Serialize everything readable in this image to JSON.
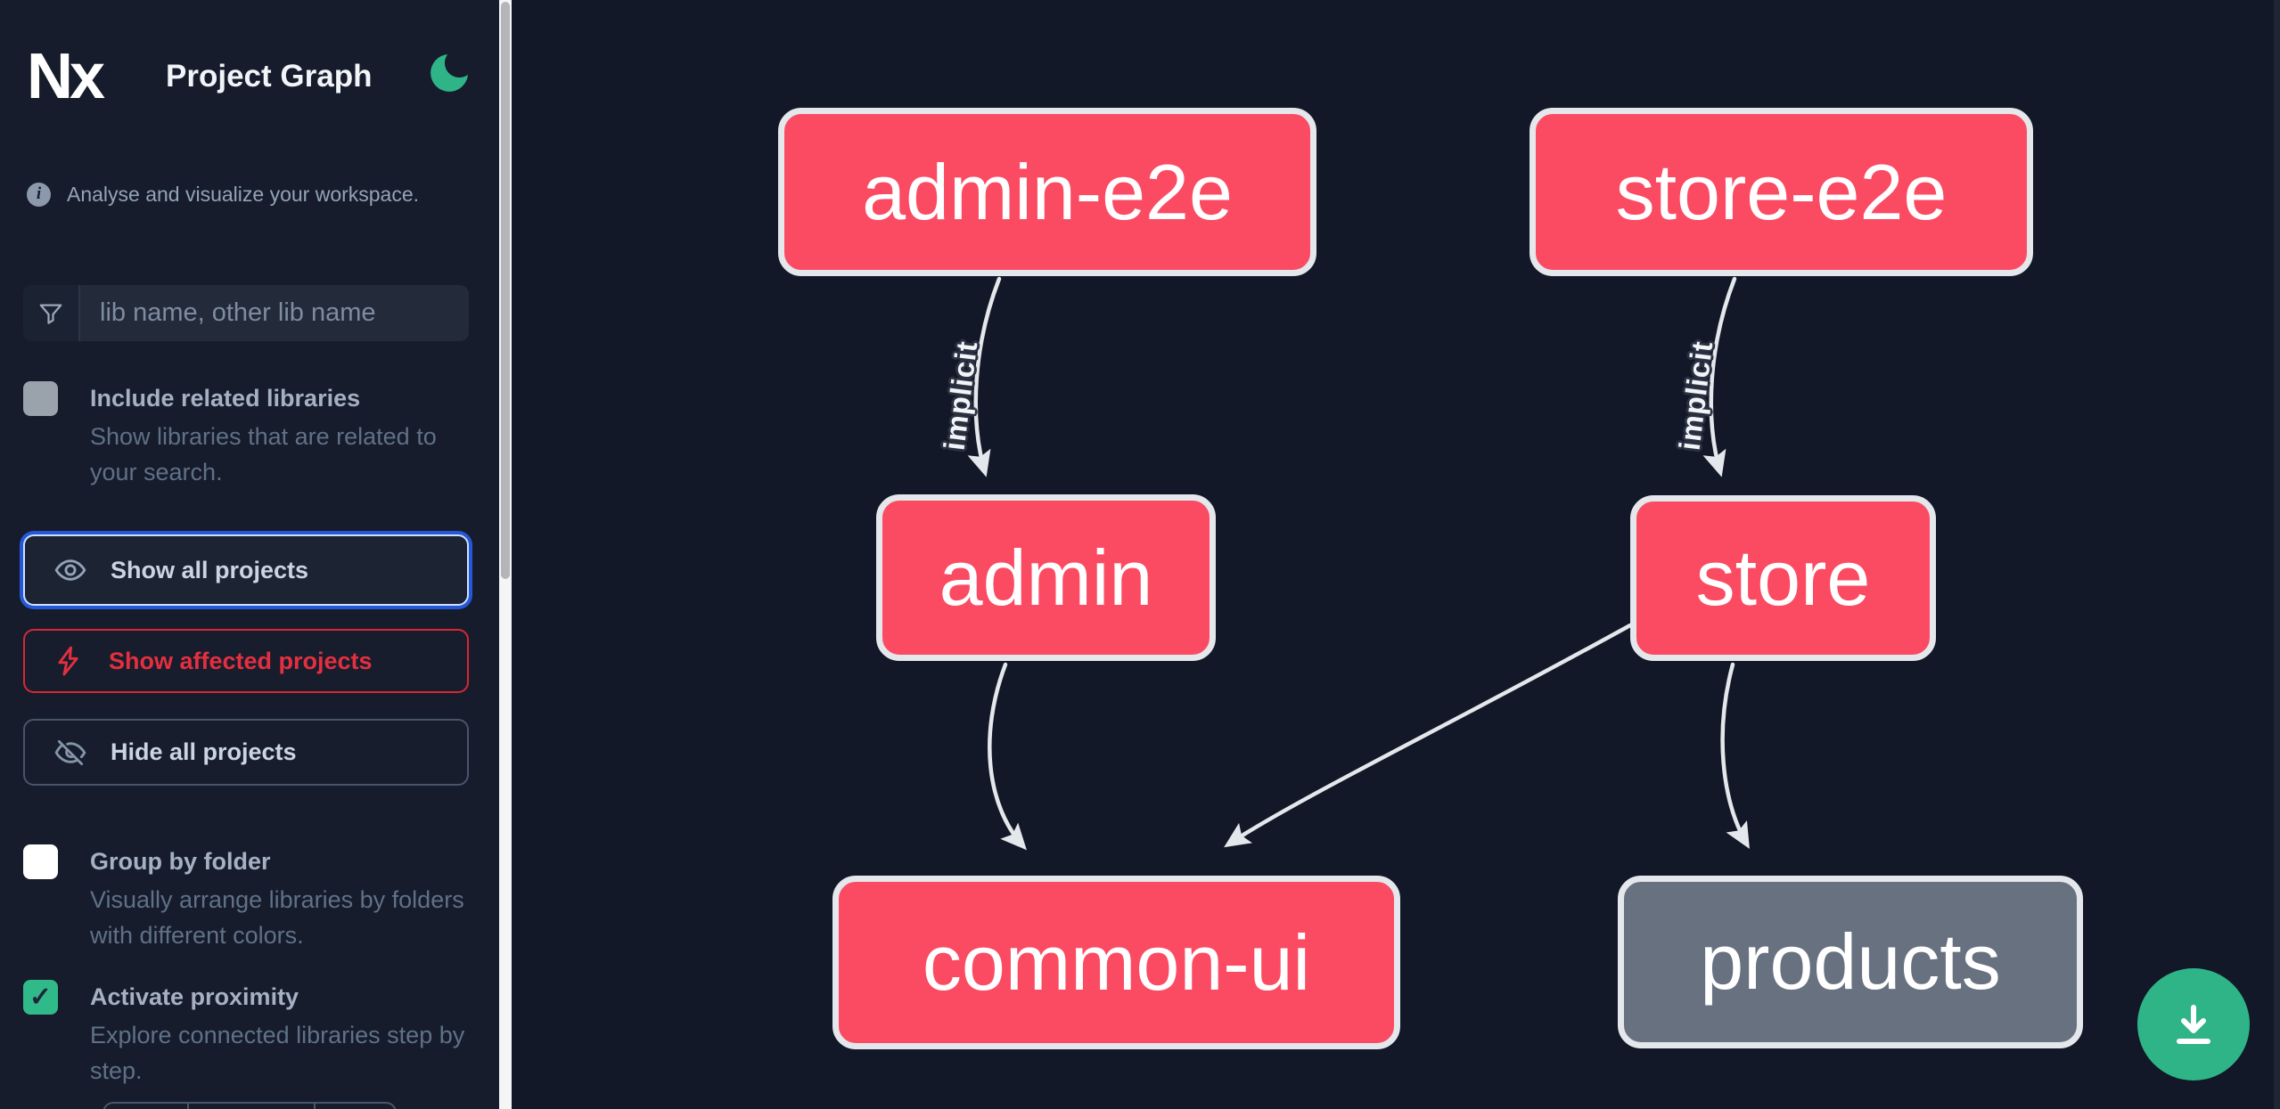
{
  "header": {
    "logo_text": "Nx",
    "title": "Project Graph",
    "theme_icon": "moon"
  },
  "sidebar": {
    "info_text": "Analyse and visualize your workspace.",
    "search": {
      "placeholder": "lib name, other lib name",
      "value": ""
    },
    "options": {
      "include_related": {
        "label": "Include related libraries",
        "description": "Show libraries that are related to your search.",
        "checked": false
      },
      "group_by_folder": {
        "label": "Group by folder",
        "description": "Visually arrange libraries by folders with different colors.",
        "checked": false
      },
      "activate_proximity": {
        "label": "Activate proximity",
        "description": "Explore connected libraries step by step.",
        "checked": true,
        "checkmark": "✓"
      }
    },
    "actions": {
      "show_all": {
        "label": "Show all projects",
        "selected": true
      },
      "show_affected": {
        "label": "Show affected projects",
        "selected": false
      },
      "hide_all": {
        "label": "Hide all projects",
        "selected": false
      }
    }
  },
  "graph": {
    "nodes": [
      {
        "id": "admin-e2e",
        "label": "admin-e2e",
        "color": "#fb4b63"
      },
      {
        "id": "store-e2e",
        "label": "store-e2e",
        "color": "#fb4b63"
      },
      {
        "id": "admin",
        "label": "admin",
        "color": "#fb4b63"
      },
      {
        "id": "store",
        "label": "store",
        "color": "#fb4b63"
      },
      {
        "id": "common-ui",
        "label": "common-ui",
        "color": "#fb4b63"
      },
      {
        "id": "products",
        "label": "products",
        "color": "#687180"
      }
    ],
    "edges": [
      {
        "from": "admin-e2e",
        "to": "admin",
        "label": "implicit"
      },
      {
        "from": "store-e2e",
        "to": "store",
        "label": "implicit"
      },
      {
        "from": "admin",
        "to": "common-ui",
        "label": ""
      },
      {
        "from": "store",
        "to": "common-ui",
        "label": ""
      },
      {
        "from": "store",
        "to": "products",
        "label": ""
      }
    ]
  },
  "colors": {
    "node_pink": "#fb4b63",
    "node_gray": "#687180",
    "accent_green": "#2eb487",
    "affected_red": "#e02b3c",
    "focus_blue": "#2458d6"
  },
  "fab": {
    "icon": "download"
  }
}
